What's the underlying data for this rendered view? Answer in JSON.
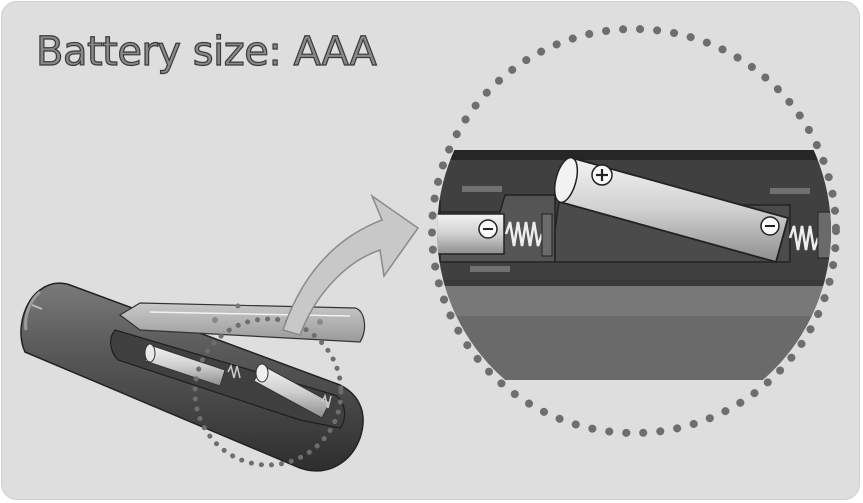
{
  "title": "Battery size: AAA",
  "illustration": {
    "subject": "remote-control-battery-compartment",
    "battery_count": 2,
    "battery_terminal_plus": "+",
    "battery_terminal_minus": "−"
  },
  "colors": {
    "background": "#dedede",
    "frame_border": "#cfcfcf",
    "title_fill": "#8a8a8a",
    "title_stroke": "#3a3a3a",
    "dots": "#777777",
    "arrow": "#c8c8c8"
  }
}
